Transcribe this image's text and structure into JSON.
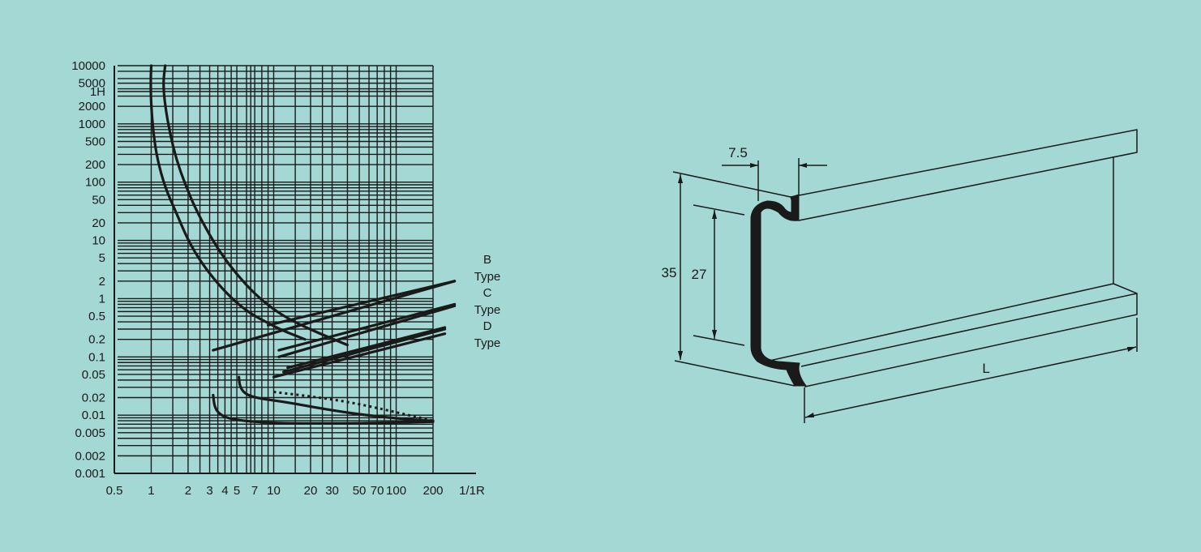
{
  "colors": {
    "background": "#a3d8d4",
    "ink": "#1a1a1a",
    "rail_face": "#a3d8d4"
  },
  "chart_data": {
    "type": "line",
    "title": "",
    "xlabel": "1/1R",
    "ylabel": "",
    "x_scale": "log",
    "y_scale": "log",
    "xlim": [
      0.5,
      200
    ],
    "ylim": [
      0.001,
      10000
    ],
    "grid": true,
    "x_ticks": [
      {
        "label": "0.5",
        "value": 0.5
      },
      {
        "label": "1",
        "value": 1
      },
      {
        "label": "2",
        "value": 2
      },
      {
        "label": "3",
        "value": 3
      },
      {
        "label": "4",
        "value": 4
      },
      {
        "label": "5",
        "value": 5
      },
      {
        "label": "7",
        "value": 7
      },
      {
        "label": "10",
        "value": 10
      },
      {
        "label": "20",
        "value": 20
      },
      {
        "label": "30",
        "value": 30
      },
      {
        "label": "50",
        "value": 50
      },
      {
        "label": "70",
        "value": 70
      },
      {
        "label": "100",
        "value": 100
      },
      {
        "label": "200",
        "value": 200
      },
      {
        "label": "1/1R",
        "value": null
      }
    ],
    "y_ticks": [
      {
        "label": "10000",
        "value": 10000
      },
      {
        "label": "5000",
        "value": 5000
      },
      {
        "label": "1H",
        "value": 3600
      },
      {
        "label": "2000",
        "value": 2000
      },
      {
        "label": "1000",
        "value": 1000
      },
      {
        "label": "500",
        "value": 500
      },
      {
        "label": "200",
        "value": 200
      },
      {
        "label": "100",
        "value": 100
      },
      {
        "label": "50",
        "value": 50
      },
      {
        "label": "20",
        "value": 20
      },
      {
        "label": "10",
        "value": 10
      },
      {
        "label": "5",
        "value": 5
      },
      {
        "label": "2",
        "value": 2
      },
      {
        "label": "1",
        "value": 1
      },
      {
        "label": "0.5",
        "value": 0.5
      },
      {
        "label": "0.2",
        "value": 0.2
      },
      {
        "label": "0.1",
        "value": 0.1
      },
      {
        "label": "0.05",
        "value": 0.05
      },
      {
        "label": "0.02",
        "value": 0.02
      },
      {
        "label": "0.01",
        "value": 0.01
      },
      {
        "label": "0.005",
        "value": 0.005
      },
      {
        "label": "0.002",
        "value": 0.002
      },
      {
        "label": "0.001",
        "value": 0.001
      }
    ],
    "grid_x": [
      0.5,
      1,
      1.5,
      2,
      2.5,
      3,
      3.5,
      4,
      4.5,
      5,
      6,
      6.5,
      7,
      8,
      9,
      10,
      15,
      20,
      25,
      30,
      40,
      50,
      60,
      70,
      80,
      90,
      100,
      200
    ],
    "grid_y": [
      10000,
      8000,
      6000,
      5000,
      4000,
      3600,
      3000,
      2000,
      1000,
      900,
      800,
      700,
      600,
      500,
      400,
      300,
      200,
      100,
      90,
      80,
      70,
      60,
      50,
      40,
      30,
      20,
      10,
      9,
      8,
      7,
      6,
      5,
      4,
      3,
      2,
      1,
      0.9,
      0.8,
      0.7,
      0.6,
      0.5,
      0.4,
      0.3,
      0.2,
      0.1,
      0.09,
      0.08,
      0.07,
      0.06,
      0.05,
      0.04,
      0.03,
      0.02,
      0.01,
      0.009,
      0.008,
      0.007,
      0.006,
      0.005,
      0.004,
      0.003,
      0.002,
      0.001
    ],
    "series": [
      {
        "x": [
          1.0,
          0.99,
          1.0,
          1.04,
          1.12,
          1.3,
          1.6,
          2.0,
          2.6,
          3.5,
          4.8,
          6.5,
          9,
          12,
          18
        ],
        "y": [
          10000,
          5000,
          2000,
          700,
          250,
          80,
          30,
          10,
          4,
          1.8,
          0.9,
          0.55,
          0.38,
          0.28,
          0.2
        ],
        "style": "solid"
      },
      {
        "x": [
          1.3,
          1.25,
          1.3,
          1.42,
          1.6,
          1.9,
          2.3,
          2.9,
          3.7,
          5,
          7,
          10,
          14,
          22,
          40
        ],
        "y": [
          10000,
          5000,
          2000,
          700,
          250,
          90,
          35,
          14,
          6,
          2.6,
          1.2,
          0.65,
          0.42,
          0.27,
          0.16
        ],
        "style": "solid"
      },
      {
        "x": [
          3.2,
          3.3,
          3.8,
          5,
          8,
          15,
          30,
          60,
          110,
          200
        ],
        "y": [
          0.022,
          0.013,
          0.0095,
          0.0082,
          0.0075,
          0.0072,
          0.0072,
          0.0073,
          0.0075,
          0.0077
        ],
        "style": "solid"
      },
      {
        "x": [
          5.2,
          5.3,
          6,
          8,
          12,
          20,
          40,
          80,
          150,
          200
        ],
        "y": [
          0.045,
          0.03,
          0.022,
          0.019,
          0.017,
          0.014,
          0.011,
          0.0092,
          0.0082,
          0.008
        ],
        "style": "solid"
      },
      {
        "x": [
          10,
          20,
          40,
          80,
          150,
          200
        ],
        "y": [
          0.025,
          0.021,
          0.017,
          0.0125,
          0.0092,
          0.008
        ],
        "style": "dotted"
      },
      {
        "name": "B Type",
        "x": [
          3.2,
          300
        ],
        "y": [
          0.13,
          2.0
        ],
        "style": "solid"
      },
      {
        "name": "B Type",
        "x": [
          9,
          300
        ],
        "y": [
          0.35,
          2.0
        ],
        "style": "solid"
      },
      {
        "name": "C Type",
        "x": [
          11,
          300
        ],
        "y": [
          0.13,
          0.8
        ],
        "style": "solid"
      },
      {
        "name": "C Type",
        "x": [
          11,
          300
        ],
        "y": [
          0.1,
          0.75
        ],
        "style": "solid"
      },
      {
        "name": "D Type",
        "x": [
          12,
          250
        ],
        "y": [
          0.055,
          0.3
        ],
        "style": "solid"
      },
      {
        "name": "D Type",
        "x": [
          13,
          250
        ],
        "y": [
          0.065,
          0.32
        ],
        "style": "solid"
      },
      {
        "name": "D Type",
        "x": [
          10,
          250
        ],
        "y": [
          0.045,
          0.25
        ],
        "style": "solid"
      }
    ],
    "annotations": [
      {
        "line1": "B",
        "line2": "Type"
      },
      {
        "line1": "C",
        "line2": "Type"
      },
      {
        "line1": "D",
        "line2": "Type"
      }
    ]
  },
  "rail_drawing": {
    "dimensions": {
      "flange": "7.5",
      "total_height": "35",
      "inner_height": "27",
      "length": "L"
    }
  }
}
